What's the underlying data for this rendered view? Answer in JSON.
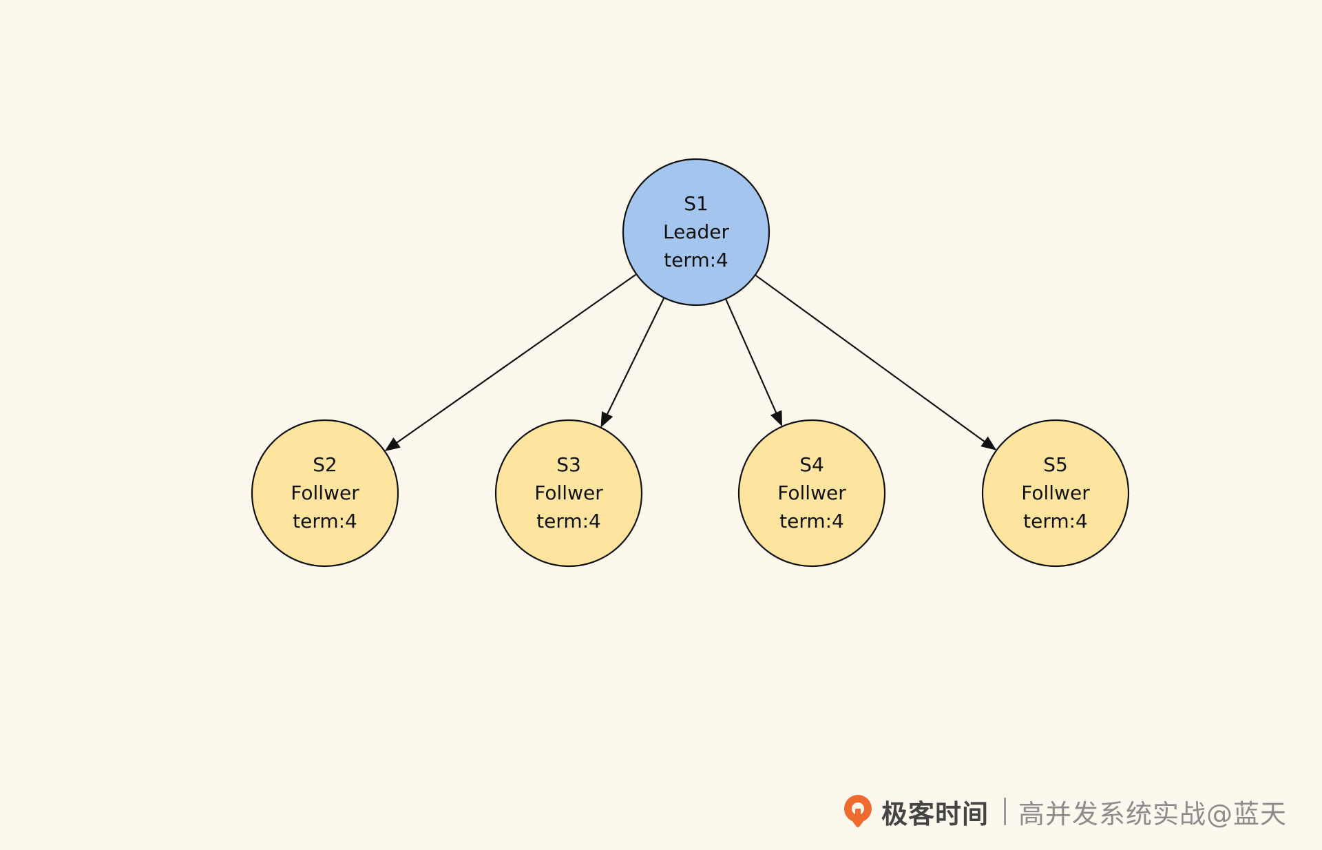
{
  "colors": {
    "background": "#fdf8ee",
    "leader_fill": "#a4c6ee",
    "follower_fill": "#fde59f",
    "stroke": "#111111",
    "brand_orange": "#ee6a2f"
  },
  "diagram": {
    "nodes": [
      {
        "id": "S1",
        "lines": [
          "S1",
          "Leader",
          "term:4"
        ],
        "role": "leader"
      },
      {
        "id": "S2",
        "lines": [
          "S2",
          "Follwer",
          "term:4"
        ],
        "role": "follower"
      },
      {
        "id": "S3",
        "lines": [
          "S3",
          "Follwer",
          "term:4"
        ],
        "role": "follower"
      },
      {
        "id": "S4",
        "lines": [
          "S4",
          "Follwer",
          "term:4"
        ],
        "role": "follower"
      },
      {
        "id": "S5",
        "lines": [
          "S5",
          "Follwer",
          "term:4"
        ],
        "role": "follower"
      }
    ],
    "edges": [
      {
        "from": "S1",
        "to": "S2"
      },
      {
        "from": "S1",
        "to": "S3"
      },
      {
        "from": "S1",
        "to": "S4"
      },
      {
        "from": "S1",
        "to": "S5"
      }
    ]
  },
  "watermark": {
    "logo_icon": "geekbang-logo-icon",
    "brand": "极客时间",
    "course": "高并发系统实战@蓝天"
  }
}
